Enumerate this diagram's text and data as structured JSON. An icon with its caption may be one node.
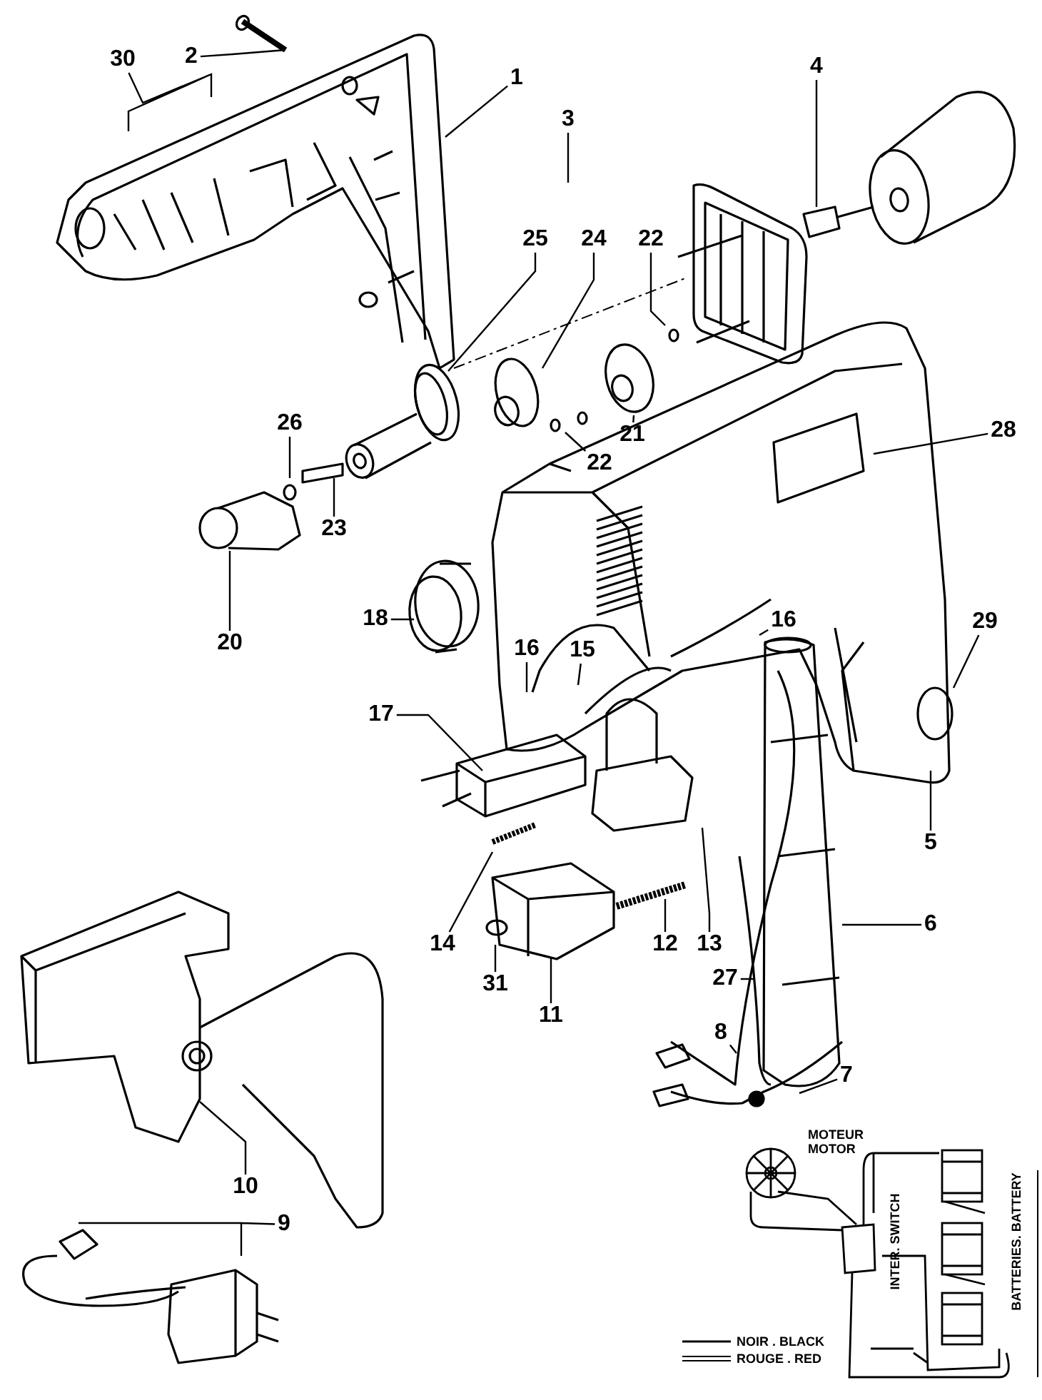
{
  "diagram": {
    "nodes": [
      {
        "text": [
          "30"
        ]
      },
      {
        "text": [
          "2"
        ]
      },
      {
        "text": [
          "1"
        ]
      },
      {
        "text": [
          "4"
        ]
      },
      {
        "text": [
          "3"
        ]
      },
      {
        "text": [
          "25"
        ]
      },
      {
        "text": [
          "24"
        ]
      },
      {
        "text": [
          "22"
        ]
      },
      {
        "text": [
          "28"
        ]
      },
      {
        "text": [
          "26"
        ]
      },
      {
        "text": [
          "21"
        ]
      },
      {
        "text": [
          "22"
        ]
      },
      {
        "text": [
          "23"
        ]
      },
      {
        "text": [
          "16"
        ]
      },
      {
        "text": [
          "18"
        ]
      },
      {
        "text": [
          "20"
        ]
      },
      {
        "text": [
          "29"
        ]
      },
      {
        "text": [
          "16"
        ]
      },
      {
        "text": [
          "15"
        ]
      },
      {
        "text": [
          "17"
        ]
      },
      {
        "text": [
          "5"
        ]
      },
      {
        "text": [
          "6"
        ]
      },
      {
        "text": [
          "14"
        ]
      },
      {
        "text": [
          "12"
        ]
      },
      {
        "text": [
          "13"
        ]
      },
      {
        "text": [
          "31"
        ]
      },
      {
        "text": [
          "27"
        ]
      },
      {
        "text": [
          "11"
        ]
      },
      {
        "text": [
          "8"
        ]
      },
      {
        "text": [
          "7"
        ]
      },
      {
        "text": [
          "10"
        ]
      },
      {
        "text": [
          "9"
        ]
      }
    ],
    "edges": [
      {
        "from": 0,
        "to": null,
        "arrow": "none"
      },
      {
        "from": 1,
        "to": null,
        "arrow": "none"
      },
      {
        "from": 2,
        "to": null,
        "arrow": "none"
      },
      {
        "from": 3,
        "to": null,
        "arrow": "none"
      },
      {
        "from": 4,
        "to": null,
        "arrow": "none"
      },
      {
        "from": 5,
        "to": null,
        "arrow": "none"
      },
      {
        "from": 6,
        "to": null,
        "arrow": "none"
      },
      {
        "from": 7,
        "to": null,
        "arrow": "none"
      },
      {
        "from": 8,
        "to": null,
        "arrow": "none"
      },
      {
        "from": 9,
        "to": null,
        "arrow": "none"
      },
      {
        "from": 10,
        "to": null,
        "arrow": "none"
      },
      {
        "from": 11,
        "to": null,
        "arrow": "none"
      },
      {
        "from": 12,
        "to": null,
        "arrow": "none"
      },
      {
        "from": 13,
        "to": null,
        "arrow": "none"
      },
      {
        "from": 14,
        "to": null,
        "arrow": "none"
      },
      {
        "from": 15,
        "to": null,
        "arrow": "none"
      },
      {
        "from": 16,
        "to": null,
        "arrow": "none"
      },
      {
        "from": 17,
        "to": null,
        "arrow": "none"
      },
      {
        "from": 18,
        "to": null,
        "arrow": "none"
      },
      {
        "from": 19,
        "to": null,
        "arrow": "none"
      },
      {
        "from": 20,
        "to": null,
        "arrow": "none"
      },
      {
        "from": 21,
        "to": null,
        "arrow": "none"
      },
      {
        "from": 22,
        "to": null,
        "arrow": "none"
      },
      {
        "from": 23,
        "to": null,
        "arrow": "none"
      },
      {
        "from": 24,
        "to": null,
        "arrow": "none"
      },
      {
        "from": 25,
        "to": null,
        "arrow": "none"
      },
      {
        "from": 26,
        "to": null,
        "arrow": "none"
      },
      {
        "from": 27,
        "to": null,
        "arrow": "none"
      },
      {
        "from": 28,
        "to": null,
        "arrow": "none"
      },
      {
        "from": 29,
        "to": null,
        "arrow": "none"
      },
      {
        "from": 30,
        "to": null,
        "arrow": "none"
      },
      {
        "from": 31,
        "to": null,
        "arrow": "none"
      }
    ],
    "labels": [
      "MOTEUR MOTOR",
      "INTER. SWITCH",
      "BATTERIES. BATTERY"
    ],
    "legend": [
      {
        "text": "NOIR . BLACK"
      },
      {
        "text": "ROUGE . RED"
      }
    ]
  }
}
